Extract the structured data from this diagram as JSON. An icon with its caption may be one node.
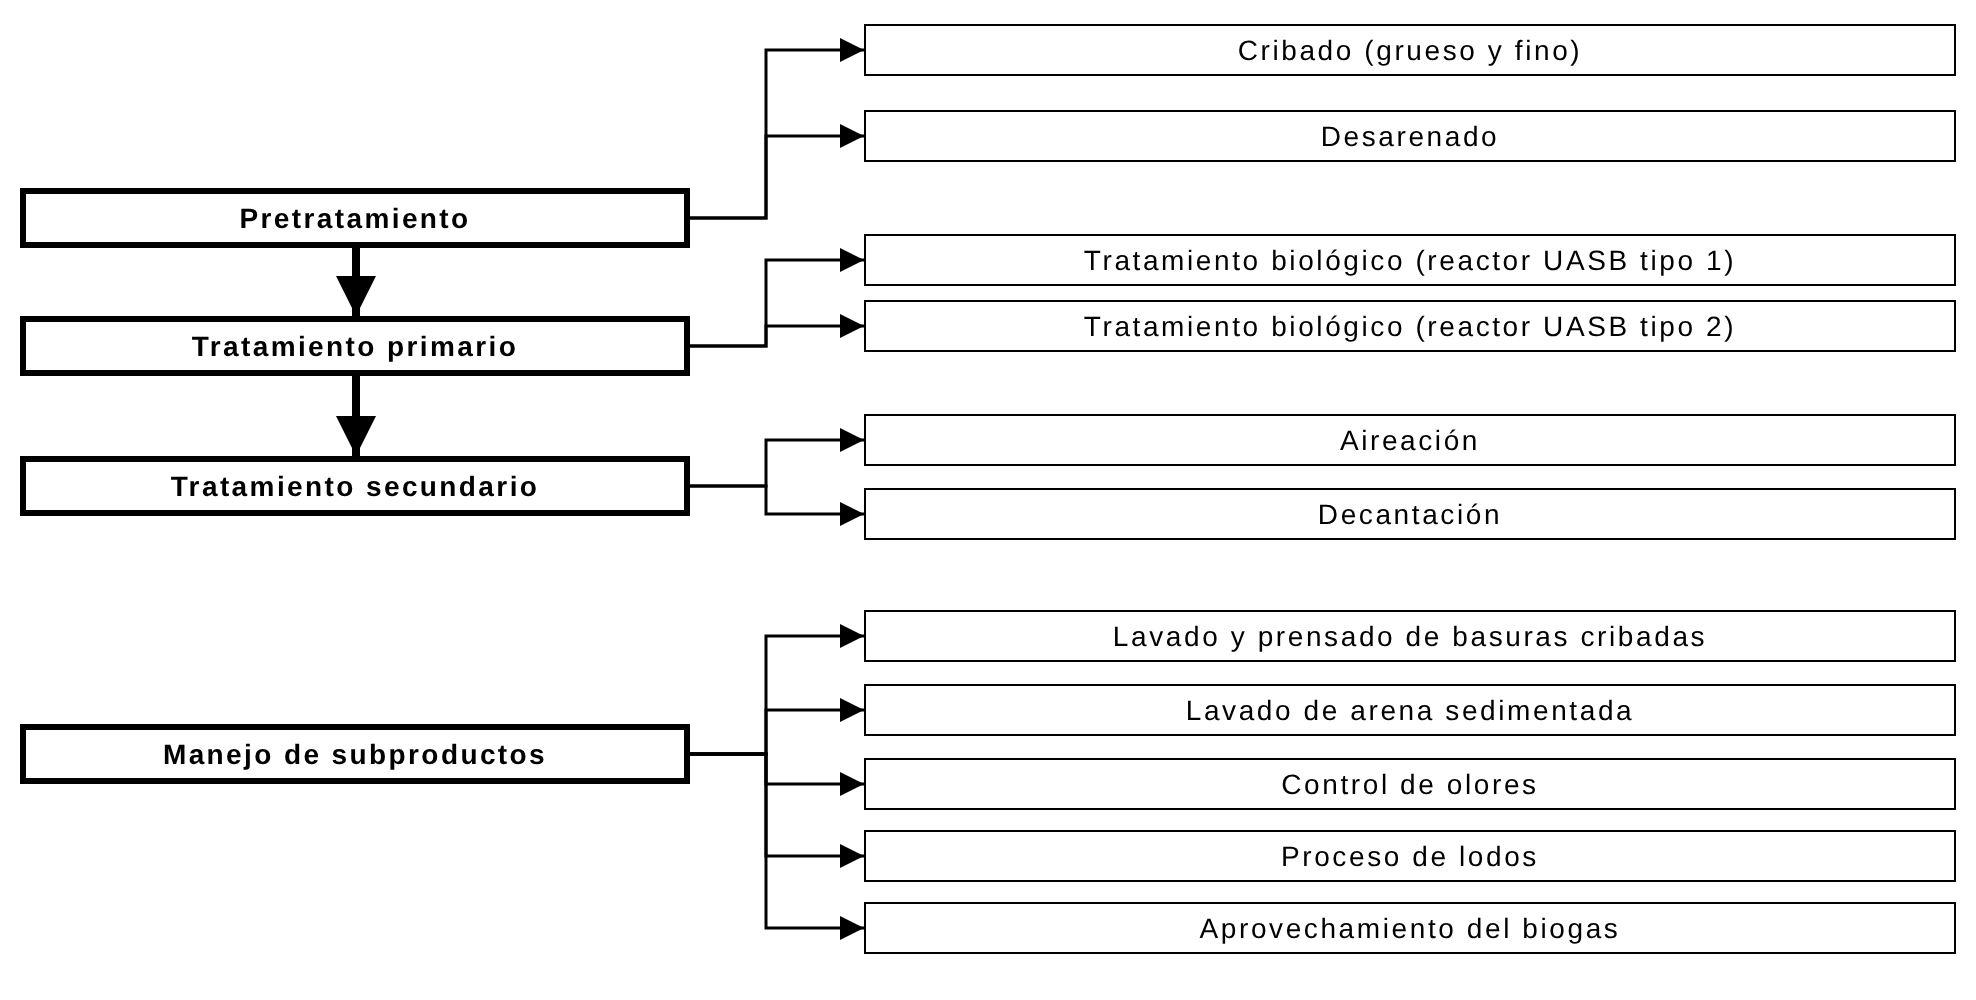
{
  "diagram": {
    "nodes": [
      {
        "text": [
          "Pretratamiento"
        ]
      },
      {
        "text": [
          "Cribado (grueso y fino)"
        ]
      },
      {
        "text": [
          "Desarenado"
        ]
      },
      {
        "text": [
          "Tratamiento primario"
        ]
      },
      {
        "text": [
          "Tratamiento biológico (reactor UASB tipo 1)"
        ]
      },
      {
        "text": [
          "Tratamiento biológico (reactor UASB tipo 2)"
        ]
      },
      {
        "text": [
          "Tratamiento secundario"
        ]
      },
      {
        "text": [
          "Aireación"
        ]
      },
      {
        "text": [
          "Decantación"
        ]
      },
      {
        "text": [
          "Manejo de subproductos"
        ]
      },
      {
        "text": [
          "Lavado y prensado de basuras cribadas"
        ]
      },
      {
        "text": [
          "Lavado de arena sedimentada"
        ]
      },
      {
        "text": [
          "Control de olores"
        ]
      },
      {
        "text": [
          "Proceso de lodos"
        ]
      },
      {
        "text": [
          "Aprovechamiento del biogas"
        ]
      }
    ],
    "edges": [
      {
        "from": 0,
        "to": 1,
        "arrow": "to"
      },
      {
        "from": 0,
        "to": 2,
        "arrow": "to"
      },
      {
        "from": 0,
        "to": 3,
        "arrow": "to",
        "style": "thick"
      },
      {
        "from": 3,
        "to": 4,
        "arrow": "to"
      },
      {
        "from": 3,
        "to": 5,
        "arrow": "to"
      },
      {
        "from": 3,
        "to": 6,
        "arrow": "to",
        "style": "thick"
      },
      {
        "from": 6,
        "to": 7,
        "arrow": "to"
      },
      {
        "from": 6,
        "to": 8,
        "arrow": "to"
      },
      {
        "from": 9,
        "to": 10,
        "arrow": "to"
      },
      {
        "from": 9,
        "to": 11,
        "arrow": "to"
      },
      {
        "from": 9,
        "to": 12,
        "arrow": "to"
      },
      {
        "from": 9,
        "to": 13,
        "arrow": "to"
      },
      {
        "from": 9,
        "to": 14,
        "arrow": "to"
      }
    ]
  }
}
